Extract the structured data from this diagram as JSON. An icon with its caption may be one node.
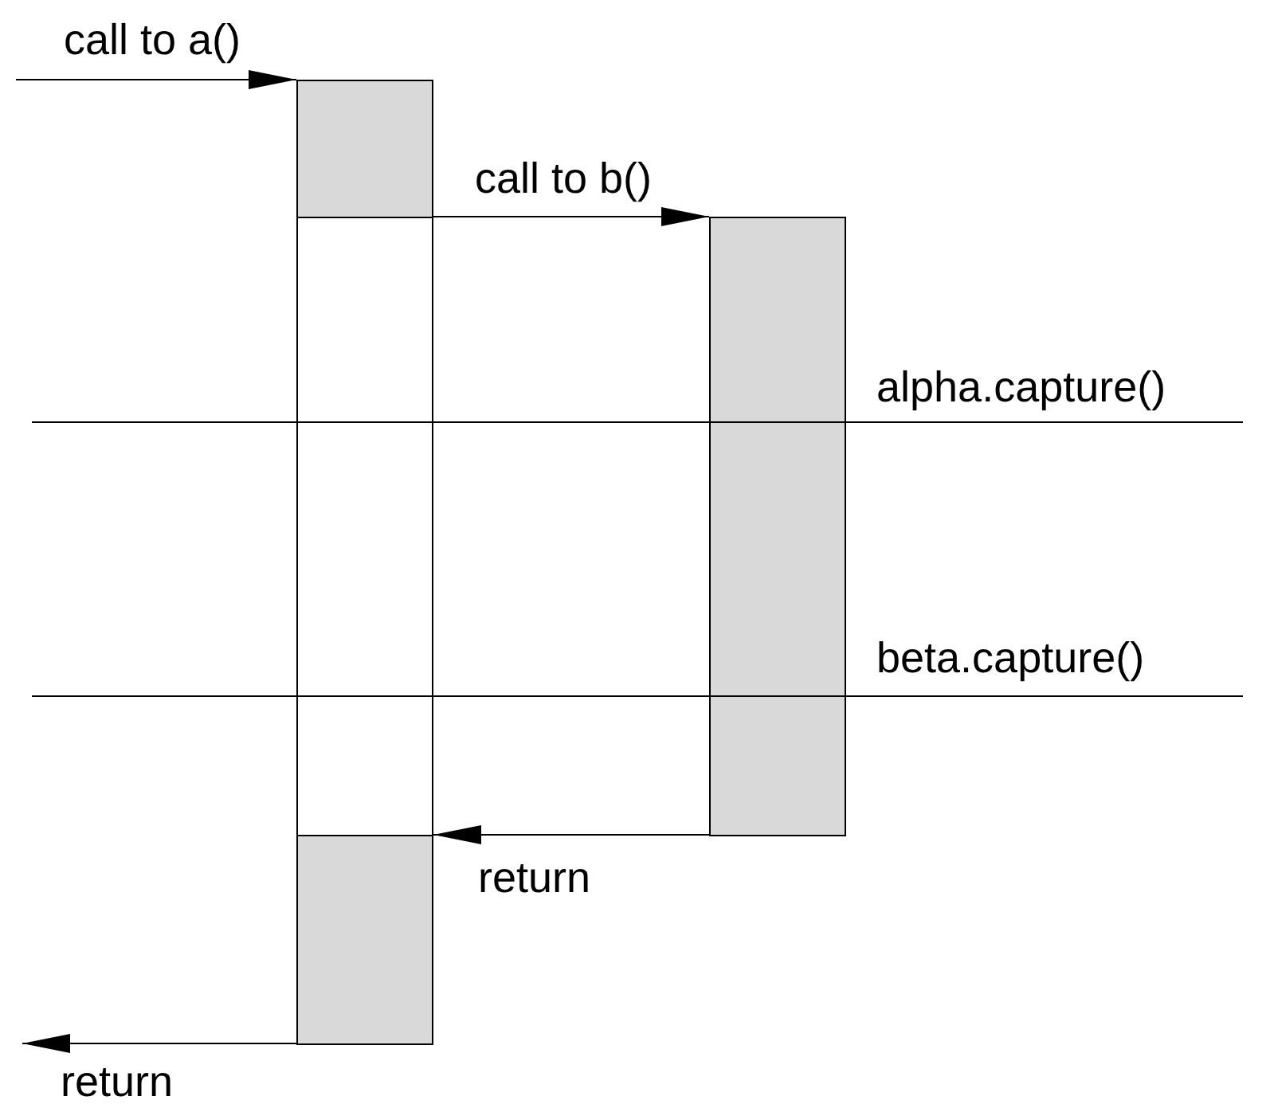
{
  "diagram": {
    "nodes": [
      {
        "text": [],
        "shape": "box"
      },
      {
        "text": [],
        "shape": "box"
      },
      {
        "text": [],
        "shape": "box"
      },
      {
        "text": [],
        "shape": "box"
      }
    ],
    "edges": [
      {
        "from": null,
        "to": 0,
        "arrow": "to",
        "label": "call to a()"
      },
      {
        "from": 0,
        "to": 3,
        "arrow": "to",
        "label": "call to b()"
      },
      {
        "from": 3,
        "to": 2,
        "arrow": "to",
        "label": "return"
      },
      {
        "from": 2,
        "to": null,
        "arrow": "to",
        "label": "return"
      }
    ],
    "labels": [
      "alpha.capture()",
      "beta.capture()"
    ]
  }
}
